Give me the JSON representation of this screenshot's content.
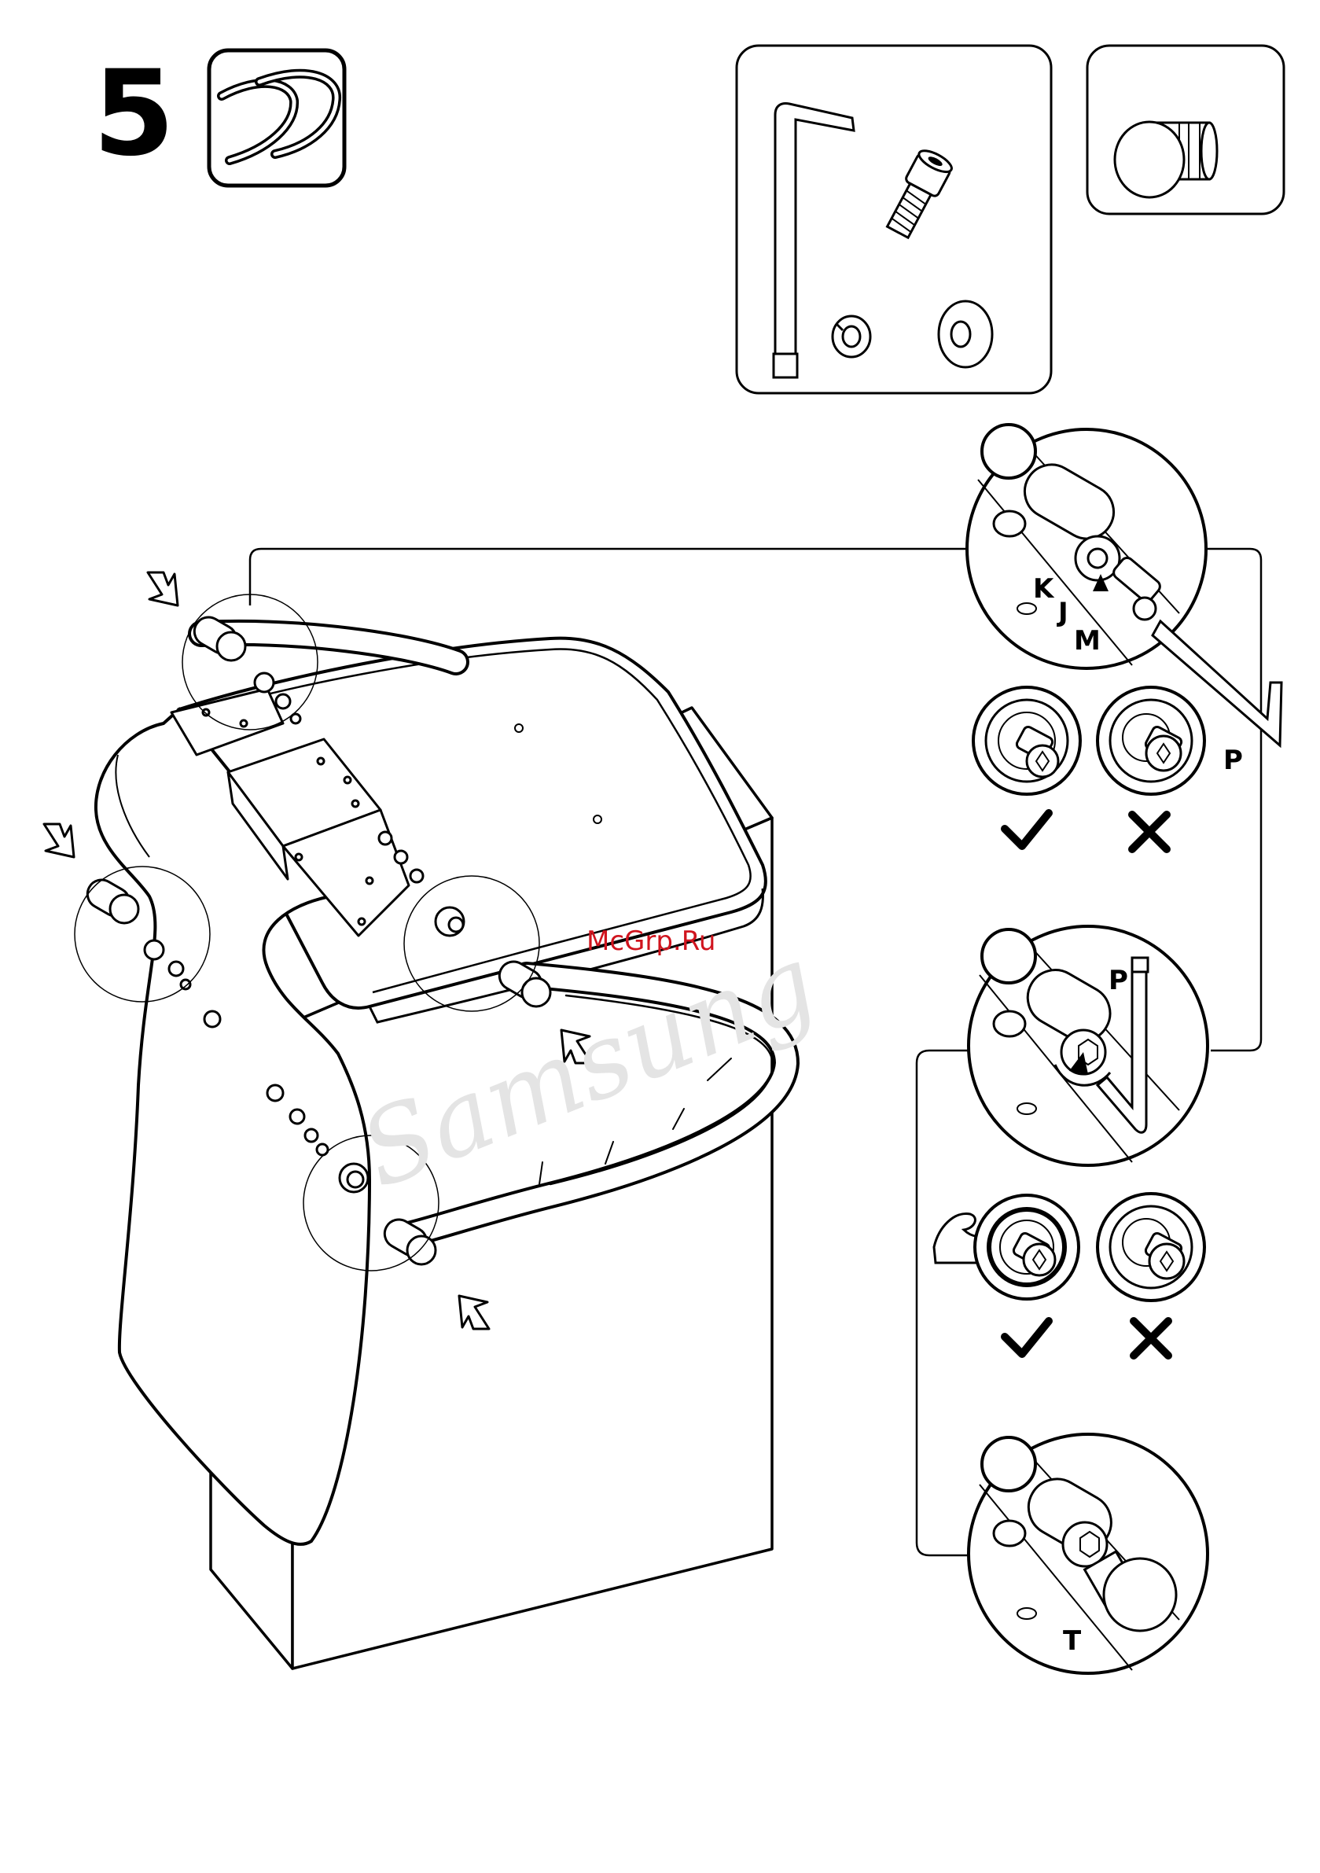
{
  "step": {
    "number": "5"
  },
  "parts_icon": "tubular-frame-icon",
  "hardware_box_1": [
    "allen-key-icon",
    "hex-socket-bolt-icon",
    "spring-washer-icon",
    "flat-washer-icon"
  ],
  "hardware_box_2": [
    "end-cap-icon"
  ],
  "callouts": {
    "k": "K",
    "j": "J",
    "m": "M",
    "p1": "P",
    "p2": "P",
    "t": "T"
  },
  "checks": {
    "correct": "check-icon",
    "wrong": "cross-icon"
  },
  "watermark": {
    "text": "McGrp.Ru",
    "ghost_text": "Samsung"
  },
  "colors": {
    "line": "#000000",
    "watermark": "#d0141e",
    "background": "#ffffff"
  }
}
